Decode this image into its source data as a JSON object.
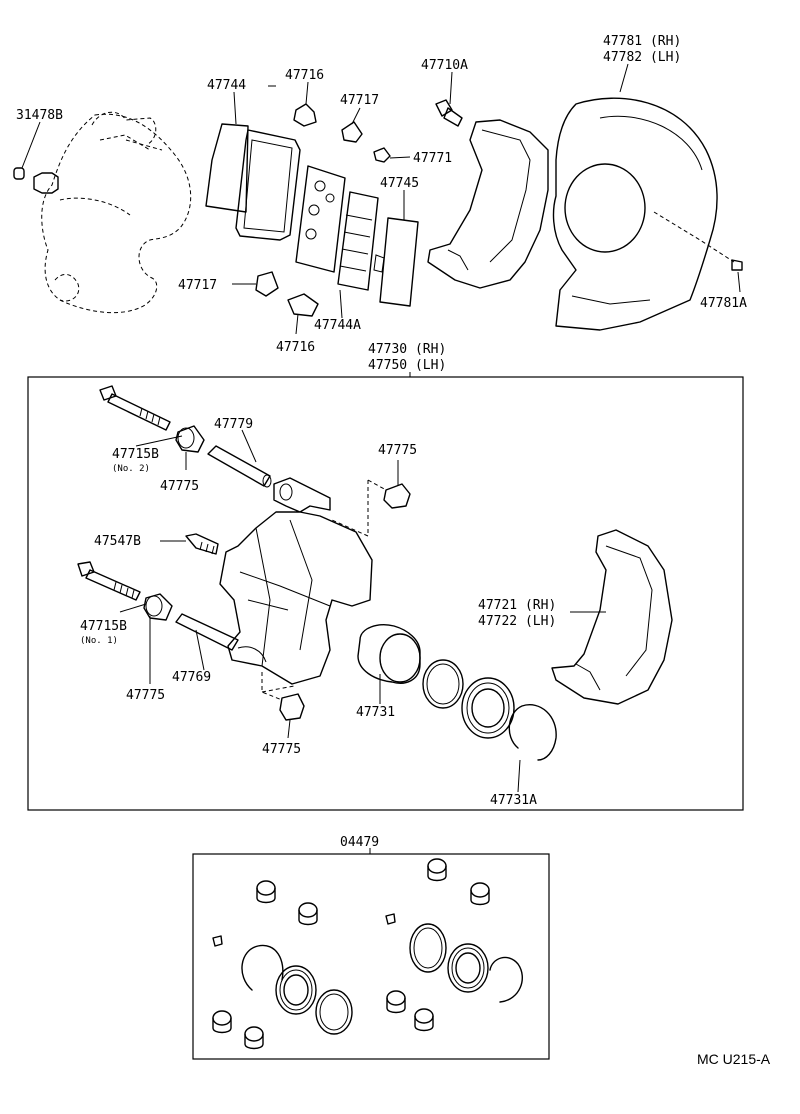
{
  "labels": {
    "p31478B": "31478B",
    "p47744": "47744",
    "p47716_top": "47716",
    "p47717_top": "47717",
    "p47710A": "47710A",
    "p47781": "47781 (RH)",
    "p47782": "47782 (LH)",
    "p47771": "47771",
    "p47745": "47745",
    "p47717_bot": "47717",
    "p47744A": "47744A",
    "p47716_bot": "47716",
    "p47781A": "47781A",
    "p47730": "47730 (RH)",
    "p47750": "47750 (LH)",
    "p47715B_no2": "47715B",
    "p47715B_no2_note": "(No. 2)",
    "p47775_a": "47775",
    "p47779": "47779",
    "p47775_b": "47775",
    "p47547B": "47547B",
    "p47715B_no1": "47715B",
    "p47715B_no1_note": "(No. 1)",
    "p47775_c": "47775",
    "p47769": "47769",
    "p47721": "47721 (RH)",
    "p47722": "47722 (LH)",
    "p47731": "47731",
    "p47775_d": "47775",
    "p47731A": "47731A",
    "p04479": "04479"
  },
  "diagram_ref": "MC U215-A"
}
